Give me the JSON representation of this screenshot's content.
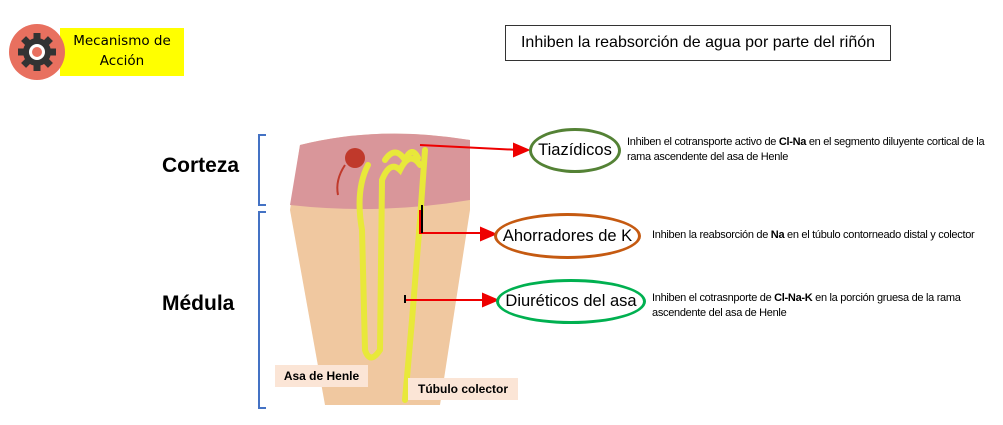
{
  "badge": {
    "line1": "Mecanismo de",
    "line2": "Acción",
    "icon": "gear-icon"
  },
  "title": "Inhiben la reabsorción de agua por parte del riñón",
  "regions": {
    "cortex": "Corteza",
    "medulla": "Médula"
  },
  "tags": {
    "loop": "Asa de Henle",
    "duct": "Túbulo colector"
  },
  "drugs": [
    {
      "name": "Tiazídicos",
      "color": "#548235",
      "desc_pre": "Inhiben el cotransporte activo de ",
      "desc_bold": "Cl-Na",
      "desc_post": " en el segmento diluyente cortical de la rama ascendente del asa de Henle"
    },
    {
      "name": "Ahorradores de K",
      "color": "#c55a11",
      "desc_pre": "Inhiben la reabsorción de ",
      "desc_bold": "Na",
      "desc_post": " en el túbulo contorneado distal y colector"
    },
    {
      "name": "Diuréticos del asa",
      "color": "#00b050",
      "desc_pre": "Inhiben el cotrasnporte de ",
      "desc_bold": "Cl-Na-K",
      "desc_post": " en la porción gruesa de la rama ascendente del asa de Henle"
    }
  ]
}
